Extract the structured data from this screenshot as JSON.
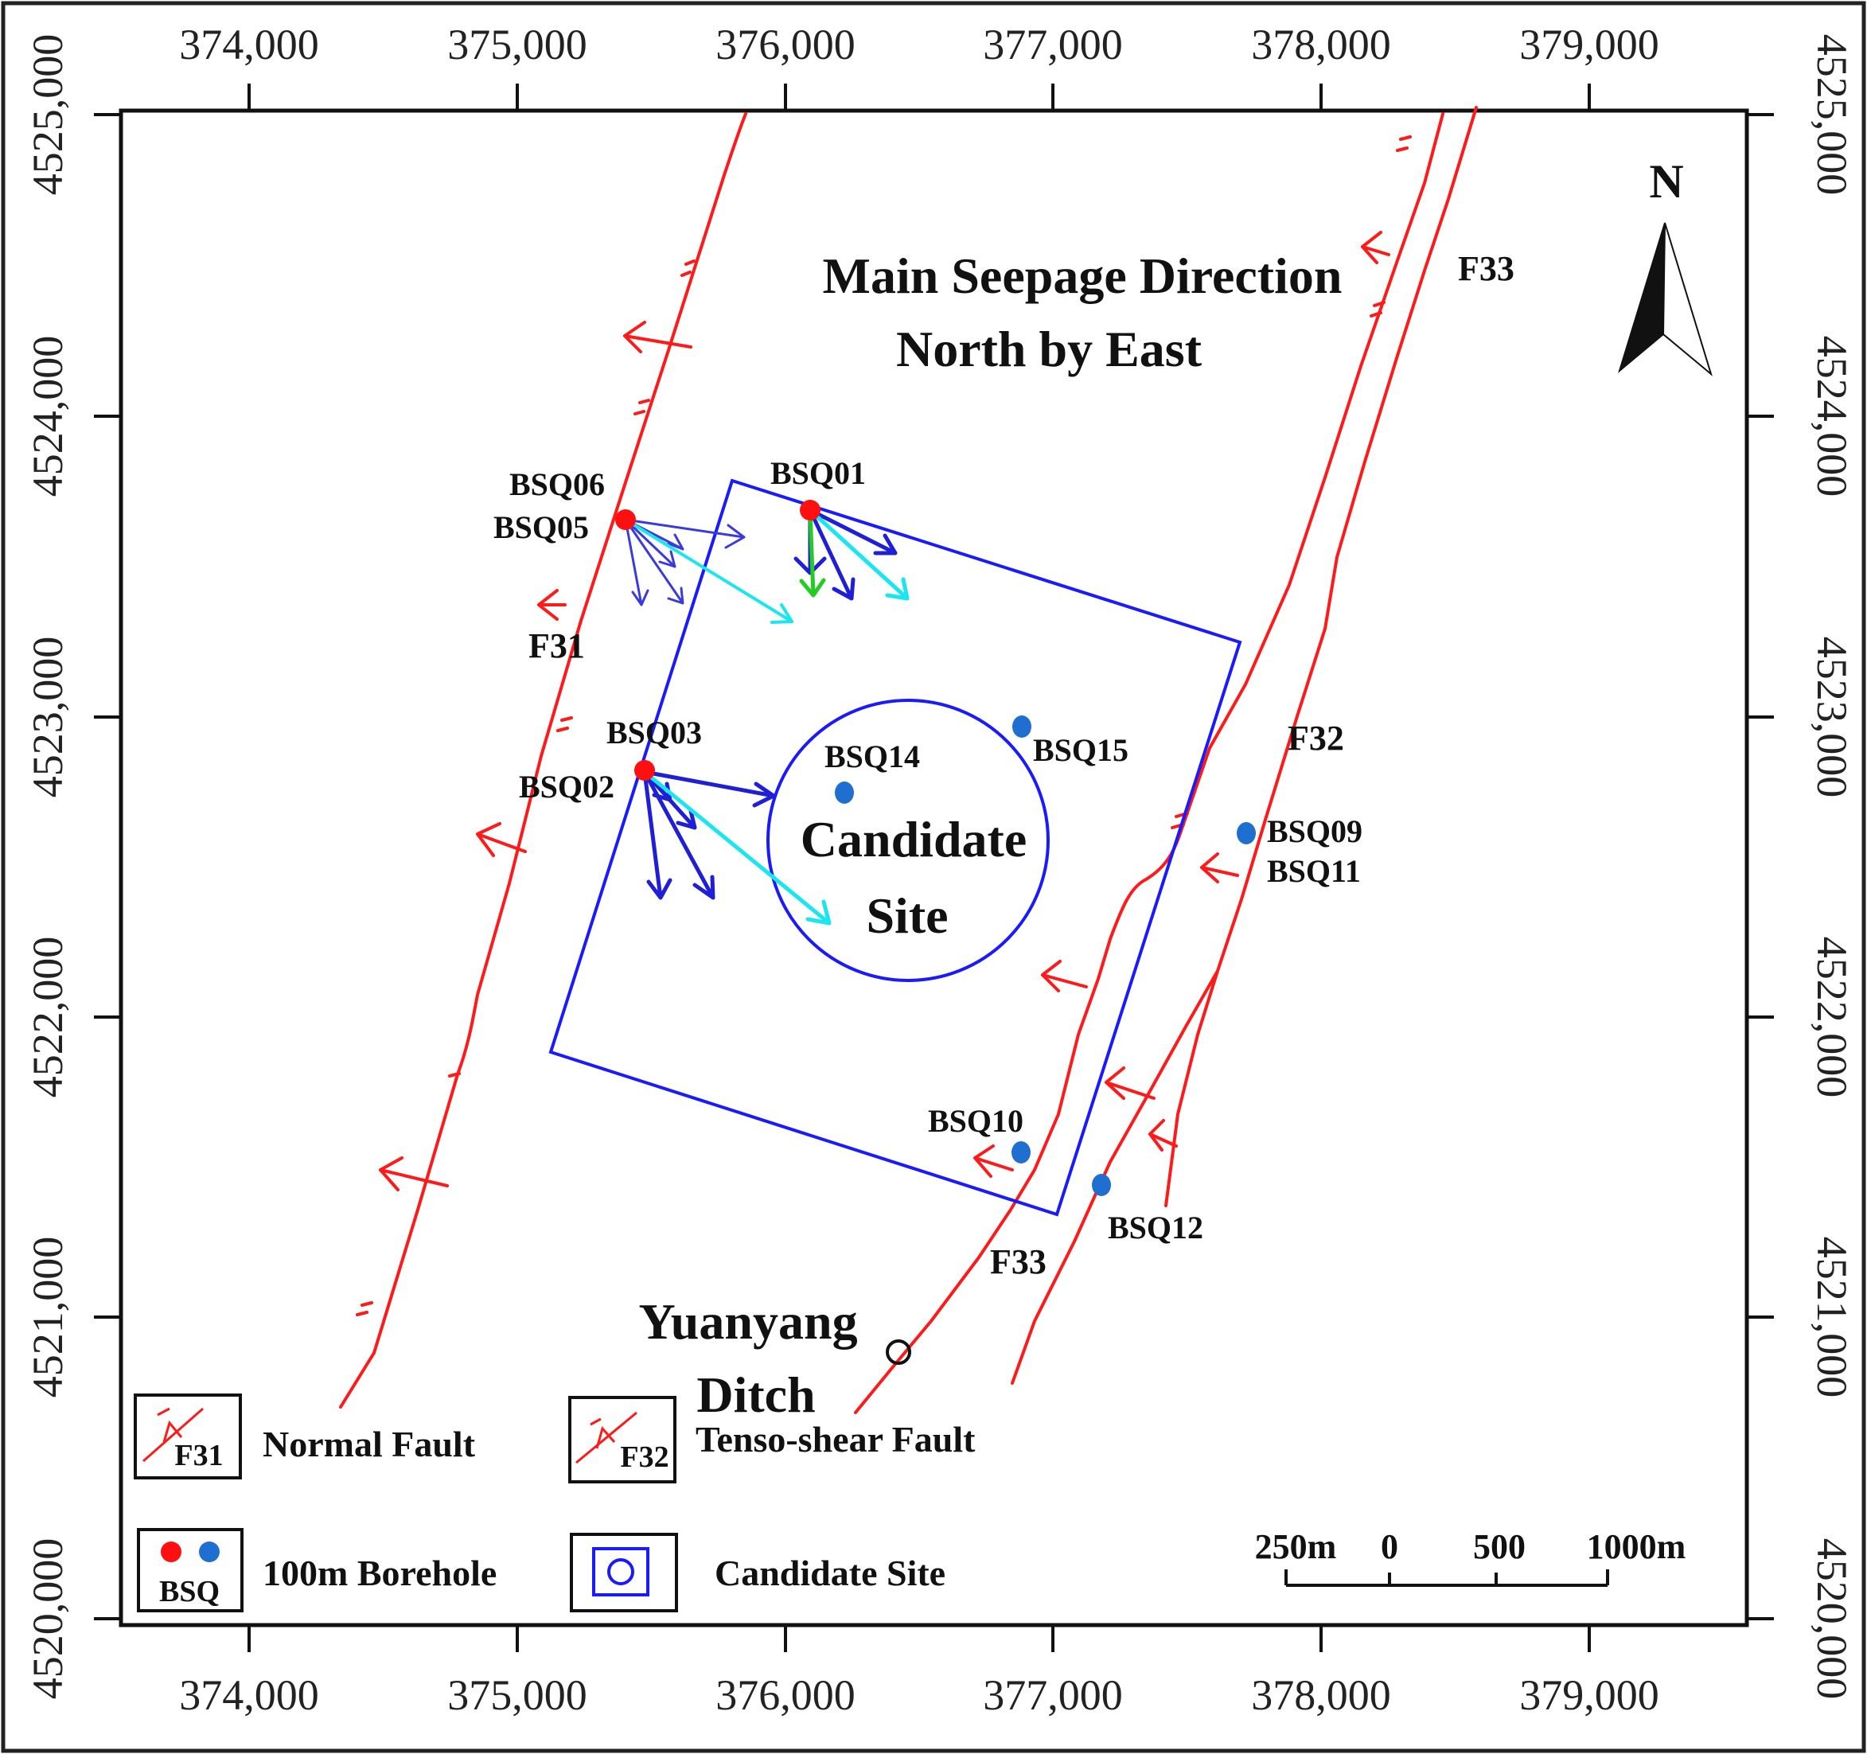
{
  "x_axis": {
    "ticks": [
      "374,000",
      "375,000",
      "376,000",
      "377,000",
      "378,000",
      "379,000"
    ]
  },
  "y_axis": {
    "ticks": [
      "4525,000",
      "4524,000",
      "4523,000",
      "4522,000",
      "4521,000",
      "4520,000"
    ]
  },
  "title": {
    "line1": "Main Seepage Direction",
    "line2": "North by East"
  },
  "north_arrow": {
    "label": "N"
  },
  "boreholes": [
    {
      "id": "BSQ06",
      "color": "red"
    },
    {
      "id": "BSQ05",
      "color": "red"
    },
    {
      "id": "BSQ01",
      "color": "red"
    },
    {
      "id": "BSQ03",
      "color": "red"
    },
    {
      "id": "BSQ02",
      "color": "red"
    },
    {
      "id": "BSQ14",
      "color": "blue"
    },
    {
      "id": "BSQ15",
      "color": "blue"
    },
    {
      "id": "BSQ09",
      "color": "blue"
    },
    {
      "id": "BSQ11",
      "color": "blue"
    },
    {
      "id": "BSQ10",
      "color": "blue"
    },
    {
      "id": "BSQ12",
      "color": "blue"
    }
  ],
  "faults": {
    "f31": "F31",
    "f32": "F32",
    "f33_top": "F33",
    "f33_bottom": "F33"
  },
  "candidate_site": {
    "line1": "Candidate",
    "line2": "Site"
  },
  "ditch": {
    "line1": "Yuanyang",
    "line2": "Ditch"
  },
  "legend": {
    "normal_fault": {
      "symbol": "F31",
      "label": "Normal Fault"
    },
    "tenso_shear_fault": {
      "symbol": "F32",
      "label": "Tenso-shear Fault"
    },
    "borehole": {
      "symbol": "BSQ",
      "label": "100m Borehole"
    },
    "candidate_site": {
      "label": "Candidate Site"
    }
  },
  "scale_bar": {
    "labels": [
      "250m",
      "0",
      "500",
      "1000m"
    ]
  },
  "colors": {
    "fault": "#ff1a1a",
    "boundary": "#1a1aff",
    "arrow_blue": "#1f1fd6",
    "arrow_cyan": "#19e6f0",
    "arrow_green": "#22cc22",
    "borehole_red": "#ff1010",
    "borehole_blue": "#1f6fd1"
  }
}
